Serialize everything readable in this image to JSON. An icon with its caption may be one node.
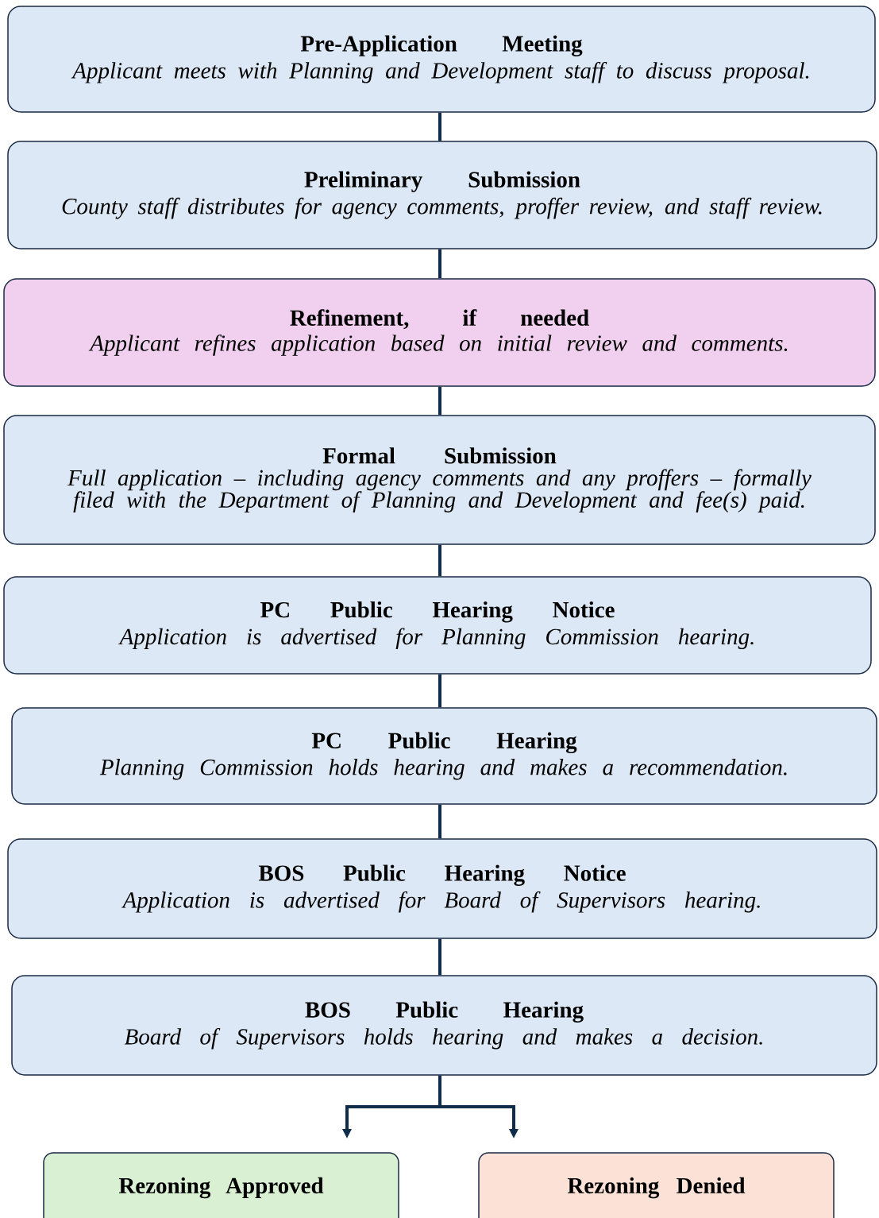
{
  "diagram": {
    "nodes": [
      {
        "text": [
          "Pre-Application Meeting",
          "Applicant meets with Planning and Development staff to discuss proposal."
        ]
      },
      {
        "text": [
          "Preliminary Submission",
          "County staff distributes for agency comments, proffer review, and staff review."
        ]
      },
      {
        "text": [
          "Refinement, if needed",
          "Applicant refines application based on initial review and comments."
        ]
      },
      {
        "text": [
          "Formal Submission",
          "Full application – including agency comments and any proffers – formally filed with the Department of Planning and Development and fee(s) paid."
        ]
      },
      {
        "text": [
          "PC Public Hearing Notice",
          "Application is advertised for Planning Commission hearing."
        ]
      },
      {
        "text": [
          "PC Public Hearing",
          "Planning Commission holds hearing and makes a recommendation."
        ]
      },
      {
        "text": [
          "BOS Public Hearing Notice",
          "Application is advertised for Board of Supervisors hearing."
        ]
      },
      {
        "text": [
          "BOS Public Hearing",
          "Board of Supervisors holds hearing and makes a decision."
        ]
      },
      {
        "text": [
          "Rezoning Approved"
        ]
      },
      {
        "text": [
          "Rezoning Denied"
        ]
      }
    ],
    "edges": [
      {
        "from": 0,
        "to": 1,
        "arrow": "none"
      },
      {
        "from": 1,
        "to": 2,
        "arrow": "none"
      },
      {
        "from": 2,
        "to": 3,
        "arrow": "none"
      },
      {
        "from": 3,
        "to": 4,
        "arrow": "none"
      },
      {
        "from": 4,
        "to": 5,
        "arrow": "none"
      },
      {
        "from": 5,
        "to": 6,
        "arrow": "none"
      },
      {
        "from": 6,
        "to": 7,
        "arrow": "none"
      },
      {
        "from": 7,
        "to": 8,
        "arrow": "to"
      },
      {
        "from": 7,
        "to": 9,
        "arrow": "to"
      }
    ]
  }
}
